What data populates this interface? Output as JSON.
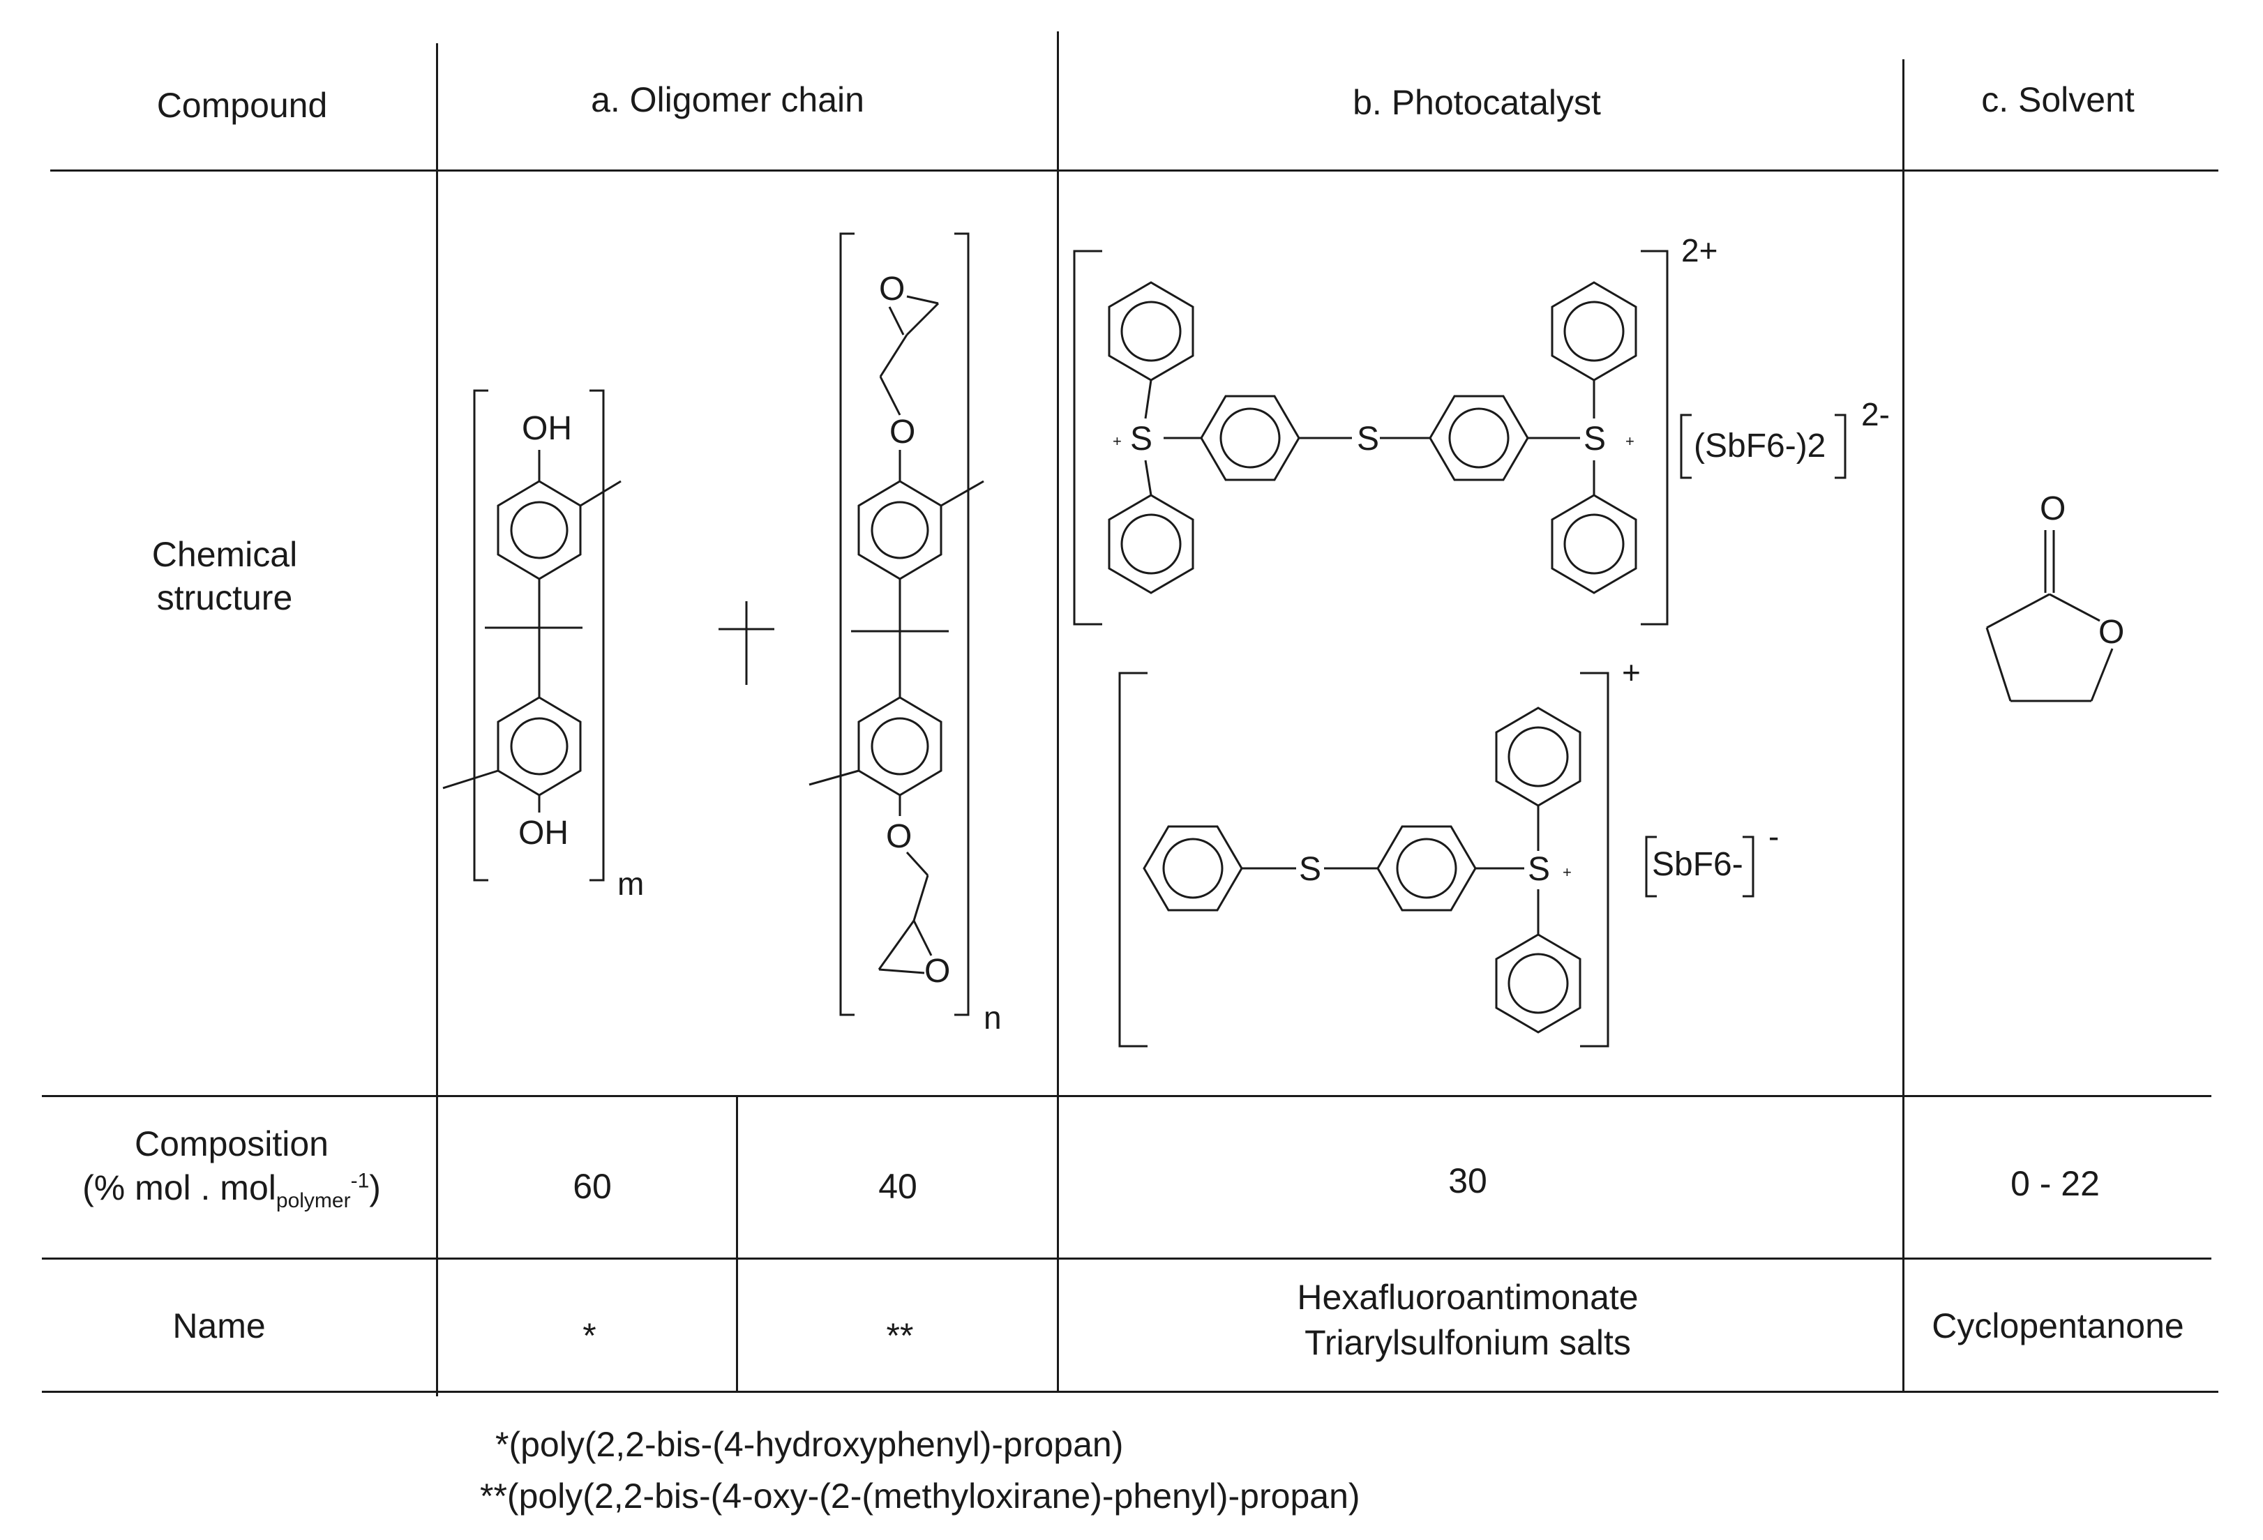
{
  "header": {
    "compound": "Compound",
    "oligomer": "a. Oligomer chain",
    "photocatalyst": "b. Photocatalyst",
    "solvent": "c. Solvent"
  },
  "rows": {
    "chemical_structure": {
      "label_line1": "Chemical",
      "label_line2": "structure"
    },
    "composition": {
      "label_line1": "Composition",
      "label_line2_pre": "(% mol . mol",
      "label_line2_sub": "polymer",
      "label_line2_sup": "-1",
      "label_line2_post": ")",
      "oligomer_m": "60",
      "oligomer_n": "40",
      "photocatalyst": "30",
      "solvent": "0 - 22"
    },
    "name": {
      "label": "Name",
      "oligomer_m": "*",
      "oligomer_n": "**",
      "photocatalyst_line1": "Hexafluoroantimonate",
      "photocatalyst_line2": "Triarylsulfonium salts",
      "solvent": "Cyclopentanone"
    }
  },
  "structure_labels": {
    "oh": "OH",
    "o": "O",
    "s": "S",
    "m": "m",
    "n": "n",
    "charge_2plus": "2+",
    "charge_2minus": "2-",
    "charge_plus": "+",
    "charge_minus": "-",
    "counterion_double": "(SbF6-)2",
    "counterion_single": "SbF6-"
  },
  "footnotes": {
    "single": "*(poly(2,2-bis-(4-hydroxyphenyl)-propan)",
    "double": "**(poly(2,2-bis-(4-oxy-(2-(methyloxirane)-phenyl)-propan)"
  }
}
